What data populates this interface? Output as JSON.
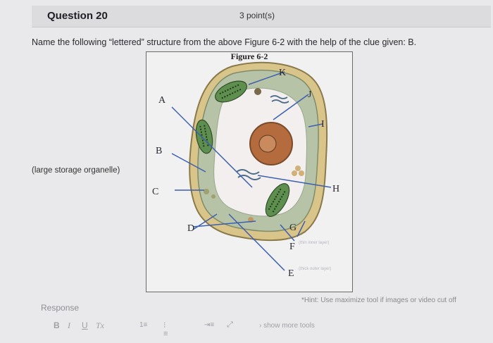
{
  "question": {
    "title": "Question 20",
    "points": "3 point(s)",
    "prompt": "Name the following “lettered” structure from the above Figure 6-2 with the help of the clue given: B.",
    "clue": "(large storage organelle)"
  },
  "figure": {
    "title": "Figure 6-2",
    "labels": {
      "A": "A",
      "B": "B",
      "C": "C",
      "D": "D",
      "E": "E",
      "F": "F",
      "G": "G",
      "H": "H",
      "I": "I",
      "J": "J",
      "K": "K"
    },
    "f_note": "(thin inner layer)",
    "e_note": "(thick outer layer)"
  },
  "hint": "*Hint: Use maximize tool if images or video cut off",
  "response": {
    "label": "Response",
    "toolbar": {
      "bold": "B",
      "italic": "I",
      "underline": "U",
      "clear_format": "Tx",
      "ordered_list": "1≡",
      "unordered_list": "⁝≡",
      "indent": "⇥≡",
      "expand": "⤢",
      "more": "› show more tools"
    }
  },
  "colors": {
    "background": "#e9e8ea",
    "header": "#dcdcde",
    "leader_line": "#3d5fb0",
    "cell_wall": "#c9b06a",
    "cytoplasm": "#a8b9a0",
    "vacuole": "#f0ecec",
    "nucleus": "#b06a3e",
    "chloroplast": "#3b6b3a"
  }
}
